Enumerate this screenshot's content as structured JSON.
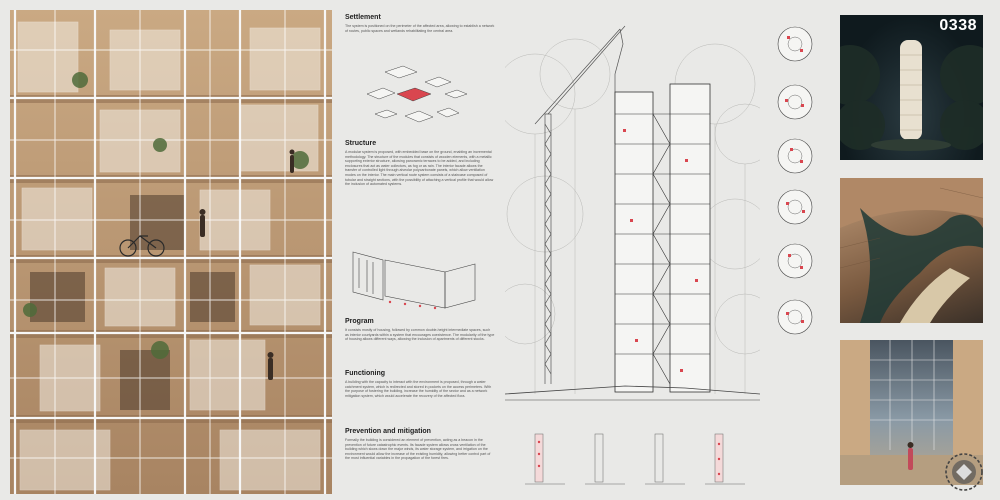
{
  "code": "0338",
  "sections": [
    {
      "title": "Settlement",
      "body": "The system is positioned on the perimeter of the affected area, allowing to establish a network of routes, public spaces and wetlands rehabilitating the central area."
    },
    {
      "title": "Structure",
      "body": "A modular system is proposed, with embedded base on the ground, enabling an incremental methodology. The structure of the modules that consists of wooden elements, with a metallic supporting exterior structure, allowing panoramic terraces to be added, and including enclosures that act as water collectors, as fog or as rain. The interior facade allows the transfer of controlled light through alveolar polycarbonate panels, which allow ventilation modes on the interior. The main vertical route system consists of a staircase composed of tubular and straight sections, with the possibility of attaching a vertical profile that would allow the inclusion of automated systems."
    },
    {
      "title": "Program",
      "body": "It consists mostly of housing, followed by common double-height intermediate spaces, such as interior courtyards within a system that encourages coexistence. The modularity of the type of housing allows different ways, allowing the inclusion of apartments of different stocks."
    },
    {
      "title": "Functioning",
      "body": "A building with the capacity to interact with the environment is proposed, through a water catchment system, which is redirected and stored in pockets on the access perimeters. With the purpose of fostering the building, increase the humidity of the sector and as a network mitigation system, which would accelerate the recovery of the affected flora."
    },
    {
      "title": "Prevention and mitigation",
      "body": "Formally the building is considered an element of prevention, acting as a beacon in the prevention of future catastrophic events. Its facade system allows cross ventilation of the building which slows down the major winds, its water storage system, and irrigation on the environment would allow the increase of the existing humidity, allowing better control part of the most influential variables in the propagation of the forest fires."
    }
  ],
  "colors": {
    "accent_red": "#d9464f",
    "line": "#444444",
    "paper": "#e9e9e7"
  }
}
